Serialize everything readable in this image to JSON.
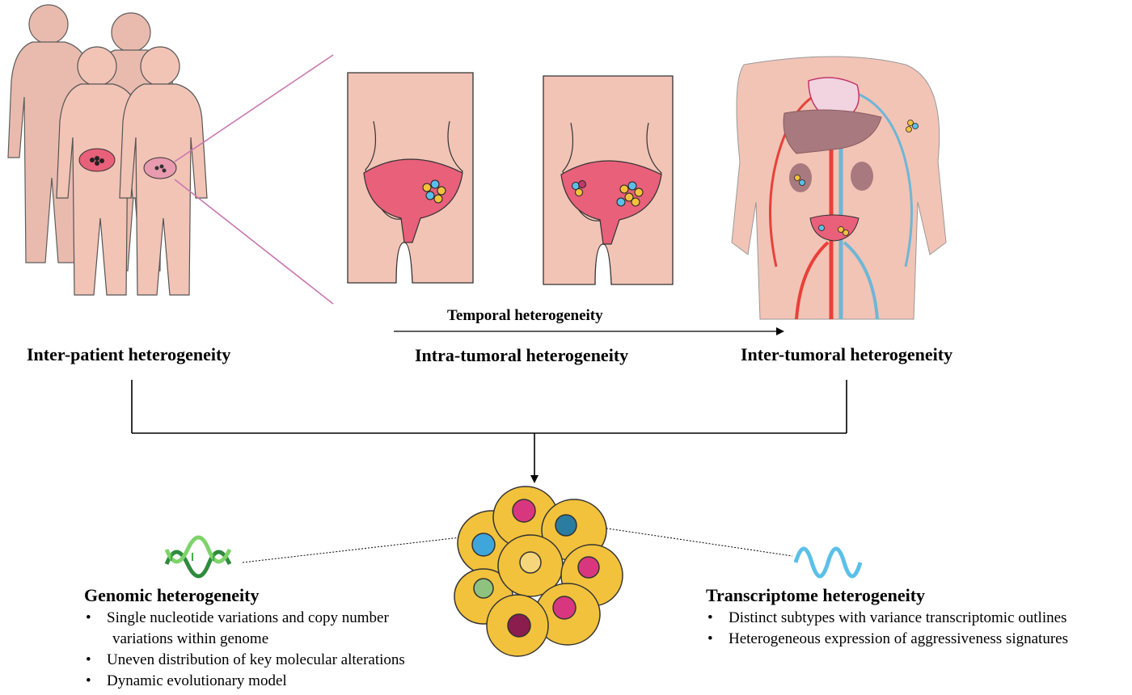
{
  "headings": {
    "inter_patient": "Inter-patient heterogeneity",
    "intra_tumoral": "Intra-tumoral heterogeneity",
    "inter_tumoral": "Inter-tumoral heterogeneity"
  },
  "temporal_label": "Temporal heterogeneity",
  "genomic": {
    "title": "Genomic heterogeneity",
    "bullets": [
      "Single nucleotide variations and copy number",
      "variations within genome",
      "Uneven distribution of key molecular alterations",
      "Dynamic evolutionary model"
    ]
  },
  "transcriptome": {
    "title": "Transcriptome heterogeneity",
    "bullets": [
      "Distinct subtypes with variance transcriptomic outlines",
      "Heterogeneous expression of aggressiveness signatures"
    ]
  },
  "colors": {
    "skin": "#f2c4b6",
    "bladder": "#e8607a",
    "artery": "#e8413a",
    "vein": "#6fb6d6",
    "cell": "#f2c23c",
    "dna_green": "#3fae49",
    "rna_blue": "#5bc0e8"
  }
}
